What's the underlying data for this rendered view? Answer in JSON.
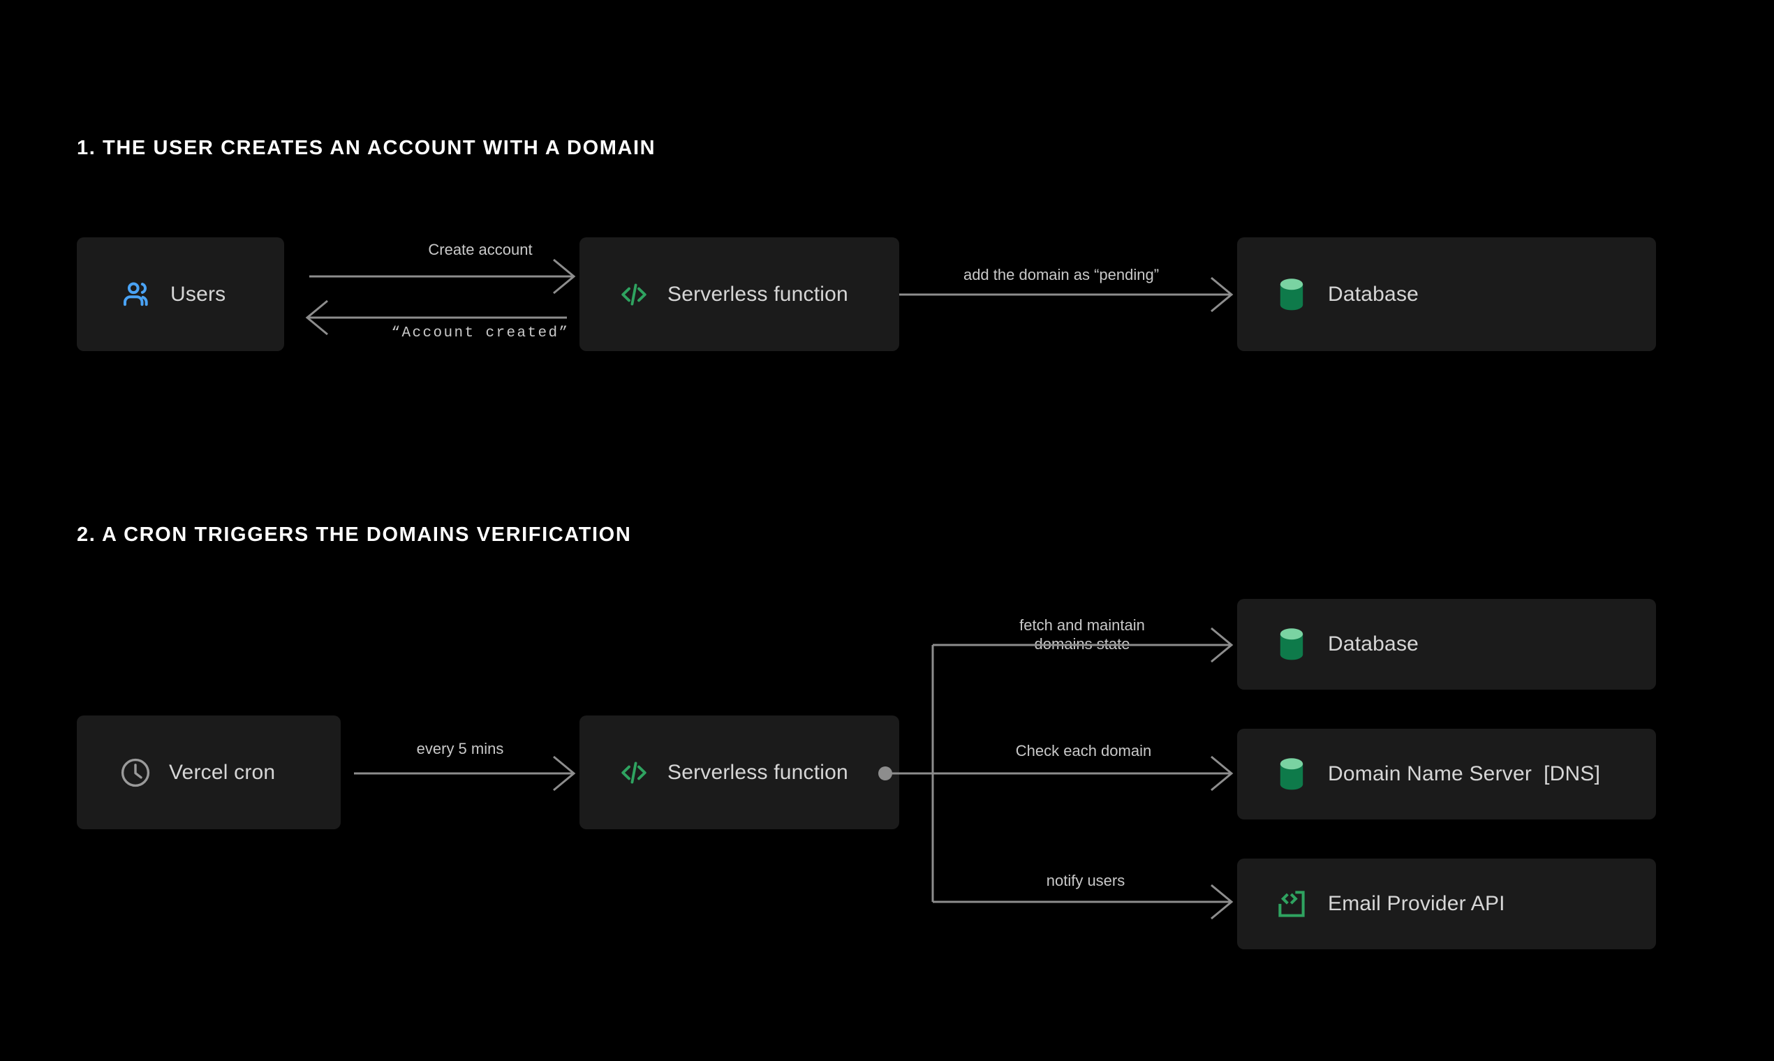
{
  "page": {
    "background": "#000000",
    "node_background": "#1b1b1b",
    "text_color": "#d6d6d6",
    "wire_color": "#8d8d8d",
    "accent_green": "#2fa360",
    "accent_blue": "#4aa3f5",
    "db_green_dark": "#0e7a4a",
    "db_green_light": "#7ad3a2"
  },
  "sections": [
    {
      "title": "1. THE USER CREATES AN ACCOUNT WITH A DOMAIN",
      "nodes": [
        {
          "label": "Users",
          "icon": "users-icon"
        },
        {
          "label": "Serverless function",
          "icon": "code-icon"
        },
        {
          "label": "Database",
          "icon": "database-icon"
        }
      ],
      "edges": [
        {
          "label": "Create account",
          "style": "sans"
        },
        {
          "label": "“Account created”",
          "style": "mono"
        },
        {
          "label": "add the domain as “pending”",
          "style": "sans"
        }
      ]
    },
    {
      "title": "2. A CRON TRIGGERS THE DOMAINS VERIFICATION",
      "nodes": [
        {
          "label": "Vercel cron",
          "icon": "clock-icon"
        },
        {
          "label": "Serverless function",
          "icon": "code-icon"
        },
        {
          "label": "Database",
          "icon": "database-icon"
        },
        {
          "label": "Domain Name Server  [DNS]",
          "icon": "database-icon"
        },
        {
          "label": "Email Provider API",
          "icon": "api-bracket-icon"
        }
      ],
      "edges": [
        {
          "label": "every 5 mins",
          "style": "sans"
        },
        {
          "label_line1": "fetch and maintain",
          "label_line2": "domains state",
          "style": "sans"
        },
        {
          "label": "Check each domain",
          "style": "sans"
        },
        {
          "label": "notify users",
          "style": "sans"
        }
      ]
    }
  ]
}
